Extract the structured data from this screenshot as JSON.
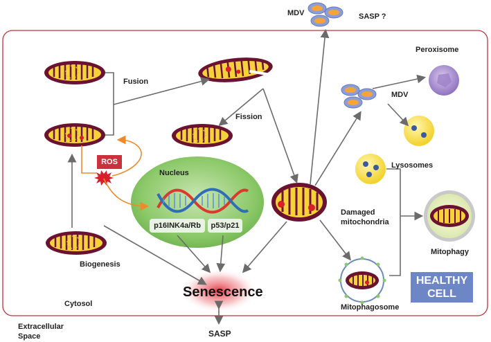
{
  "labels": {
    "fusion": "Fusion",
    "fission": "Fission",
    "mdv_top": "MDV",
    "sasp_q": "SASP ?",
    "mdv_right": "MDV",
    "peroxisome": "Peroxisome",
    "lysosomes": "Lysosomes",
    "nucleus": "Nucleus",
    "ros": "ROS",
    "p16": "p16INK4a/Rb",
    "p53": "p53/p21",
    "damaged_line1": "Damaged",
    "damaged_line2": "mitochondria",
    "mitophagy": "Mitophagy",
    "biogenesis": "Biogenesis",
    "senescence": "Senescence",
    "mitophagosome": "Mitophagosome",
    "healthy_line1": "HEALTHY",
    "healthy_line2": "CELL",
    "cytosol": "Cytosol",
    "extracellular_line1": "Extracellular",
    "extracellular_line2": "Space",
    "sasp": "SASP"
  },
  "colors": {
    "membrane": "#c0323a",
    "mito_outer": "#6b1230",
    "mito_inner": "#f6d23a",
    "arrow": "#6b6b6b",
    "ros_arrow": "#ef8a2a",
    "nucleus": "#7cbf5a",
    "healthy_box": "#6d86c5",
    "senescence_glow": "#e0303c"
  }
}
